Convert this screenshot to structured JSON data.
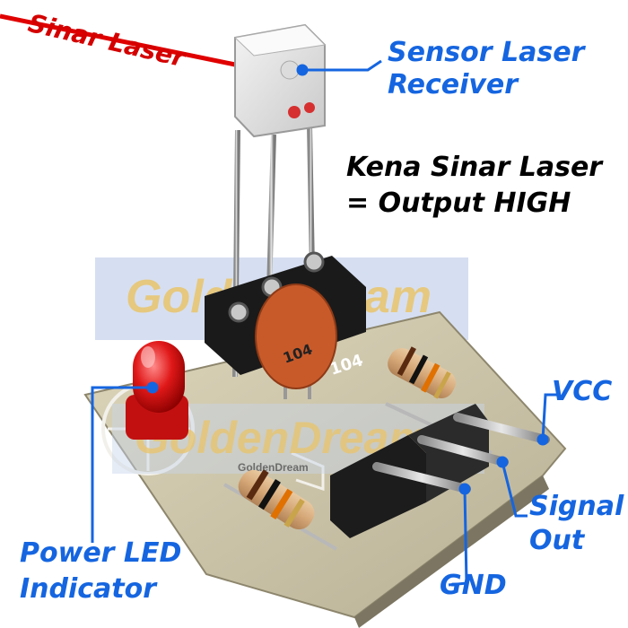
{
  "labels": {
    "laser": "Sinar Laser",
    "sensor_line1": "Sensor Laser",
    "sensor_line2": "Receiver",
    "kena_line1": "Kena Sinar Laser",
    "kena_line2": "= Output HIGH",
    "vcc": "VCC",
    "signal_line1": "Signal",
    "signal_line2": "Out",
    "gnd": "GND",
    "led_line1": "Power LED",
    "led_line2": "Indicator"
  },
  "board": {
    "capacitor_code": "104",
    "silk_code": "104",
    "watermark": "GoldenDream",
    "watermark_small": "GoldenDream"
  },
  "colors": {
    "annotation_blue": "#1565e0",
    "laser_red": "#d40000",
    "pcb": "#cfc7a8",
    "led_red": "#e01818",
    "capacitor": "#c85a2a"
  }
}
